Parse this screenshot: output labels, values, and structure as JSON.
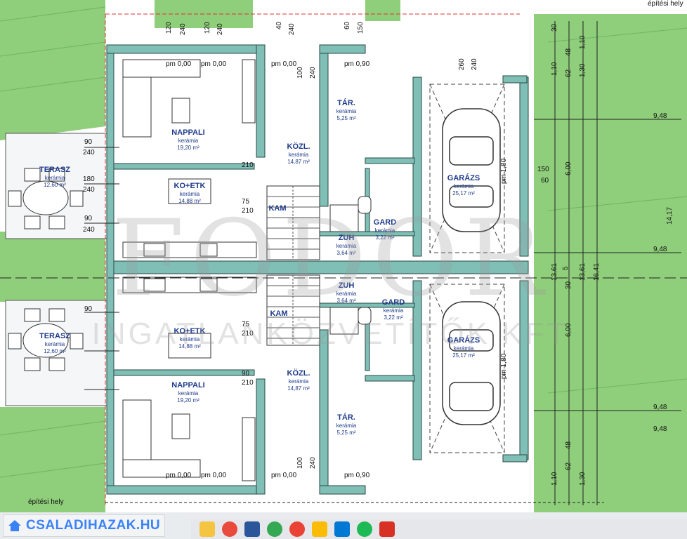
{
  "watermark": {
    "main": "FODOR",
    "sub": "INGATLANKÖZVETÍTŐK KFT"
  },
  "labels": {
    "epitesi_hely": "építési hely",
    "epitesi_hely_top": "építési hely"
  },
  "rooms": [
    {
      "id": "terasz-top",
      "name": "TERASZ",
      "floor": "kerámia",
      "area": "12,60 m²"
    },
    {
      "id": "nappali-top",
      "name": "NAPPALI",
      "floor": "kerámia",
      "area": "19,20 m²"
    },
    {
      "id": "konyha-top",
      "name": "KO+ETK",
      "floor": "kerámia",
      "area": "14,88 m²"
    },
    {
      "id": "kozl-top",
      "name": "KÖZL.",
      "floor": "kerámia",
      "area": "14,87 m²"
    },
    {
      "id": "tar-top",
      "name": "TÁR.",
      "floor": "kerámia",
      "area": "5,25 m²"
    },
    {
      "id": "zuh-top",
      "name": "ZUH",
      "floor": "kerámia",
      "area": "3,64 m²"
    },
    {
      "id": "gard-top",
      "name": "GARD",
      "floor": "kerámia",
      "area": "3,22 m²"
    },
    {
      "id": "kam-top",
      "name": "KAM"
    },
    {
      "id": "garazs-top",
      "name": "GARÁZS",
      "floor": "kerámia",
      "area": "25,17 m²"
    },
    {
      "id": "terasz-bot",
      "name": "TERASZ",
      "floor": "kerámia",
      "area": "12,60 m²"
    },
    {
      "id": "nappali-bot",
      "name": "NAPPALI",
      "floor": "kerámia",
      "area": "19,20 m²"
    },
    {
      "id": "konyha-bot",
      "name": "KO+ETK",
      "floor": "kerámia",
      "area": "14,88 m²"
    },
    {
      "id": "kozl-bot",
      "name": "KÖZL.",
      "floor": "kerámia",
      "area": "14,87 m²"
    },
    {
      "id": "tar-bot",
      "name": "TÁR.",
      "floor": "kerámia",
      "area": "5,25 m²"
    },
    {
      "id": "zuh-bot",
      "name": "ZUH",
      "floor": "kerámia",
      "area": "3,64 m²"
    },
    {
      "id": "gard-bot",
      "name": "GARD",
      "floor": "kerámia",
      "area": "3,22 m²"
    },
    {
      "id": "kam-bot",
      "name": "KAM"
    },
    {
      "id": "garazs-bot",
      "name": "GARÁZS",
      "floor": "kerámia",
      "area": "25,17 m²"
    }
  ],
  "dimensions": {
    "top_row": [
      "120",
      "240",
      "120",
      "240",
      "40",
      "240",
      "60",
      "150"
    ],
    "pm": [
      "pm 0,00",
      "pm 0,00",
      "pm 0,00",
      "pm 0,90",
      "pm 0,00",
      "pm 0,00",
      "pm 0,00",
      "pm 0,90",
      "pm 1,80",
      "pm 1,80"
    ],
    "misc": [
      "90",
      "240",
      "180",
      "240",
      "90",
      "240",
      "100",
      "240",
      "210",
      "75",
      "210",
      "75",
      "210",
      "90",
      "260",
      "240",
      "150",
      "60",
      "100",
      "240",
      "210",
      "90"
    ],
    "right": [
      "30",
      "48",
      "62",
      "1,10",
      "1,10",
      "1,30",
      "9,48",
      "6,00",
      "14,17",
      "9,48",
      "13,61",
      "13,61",
      "16,41",
      "5",
      "30",
      "9,48",
      "6,00",
      "9,48",
      "48",
      "62",
      "1,10",
      "1,30"
    ]
  },
  "brand": {
    "logo_text": "CSALADIHAZAK.HU"
  },
  "colors": {
    "wall": "#7fbfb6",
    "wall_edge": "#2a4a45",
    "grass": "#8fce7a",
    "room_text": "#1e3a8a"
  }
}
